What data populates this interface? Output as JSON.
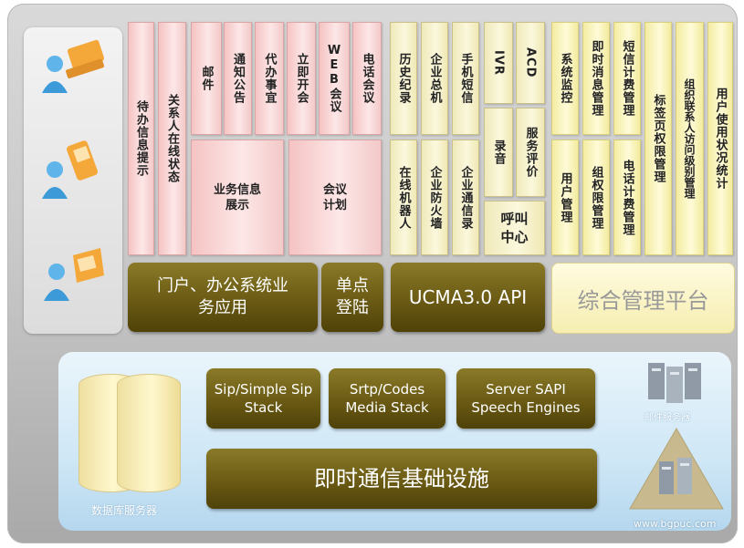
{
  "top": {
    "pink_tall": [
      "待办信息提示",
      "关系人在线状态"
    ],
    "pink_small": [
      "邮件",
      "通知公告",
      "代办事宜",
      "立即开会",
      "WEB会议",
      "电话会议"
    ],
    "pink_wide": [
      "业务信息展示",
      "会议计划"
    ],
    "pale_top": [
      "历史纪录",
      "企业总机",
      "手机短信"
    ],
    "pale_bottom": [
      "在线机器人",
      "企业防火墙",
      "企业通信录"
    ],
    "ivr": "IVR",
    "acd": "ACD",
    "record": "录音",
    "service_eval": "服务评价",
    "call_center": "呼叫中心",
    "cream_top": [
      "系统监控",
      "即时消息管理",
      "短信计费管理"
    ],
    "cream_bottom": [
      "用户管理",
      "组权限管理",
      "电话计费管理"
    ],
    "cream_tall": [
      "标签页权限管理",
      "组织联系人访问级别管理",
      "用户使用状况统计"
    ]
  },
  "bars": {
    "portal": "门户、办公系统业务应用",
    "sso": "单点登陆",
    "ucma": "UCMA3.0 API",
    "mgmt": "综合管理平台"
  },
  "stacks": {
    "sip": "Sip/Simple Sip Stack",
    "srtp": "Srtp/Codes Media Stack",
    "sapi": "Server SAPI Speech Engines"
  },
  "infra": "即时通信基础设施",
  "db_label": "数据库服务器",
  "mail_label": "邮件服务器",
  "site": "www.bgpuc.com"
}
